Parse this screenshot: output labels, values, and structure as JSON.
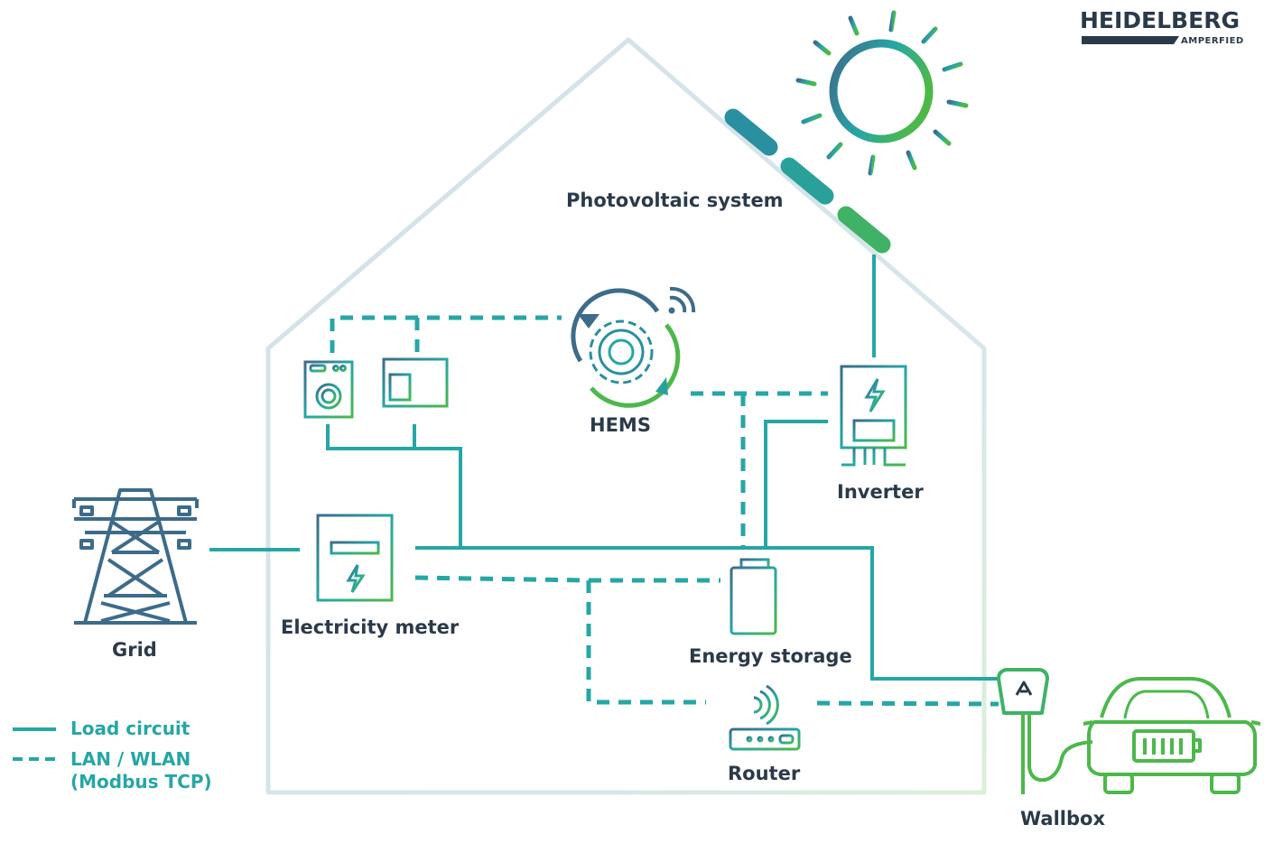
{
  "logo": {
    "name": "HEIDELBERG",
    "sub": "AMPERFIED"
  },
  "labels": {
    "photovoltaic": "Photovoltaic system",
    "hems": "HEMS",
    "inverter": "Inverter",
    "grid": "Grid",
    "meter": "Electricity meter",
    "storage": "Energy storage",
    "router": "Router",
    "wallbox": "Wallbox"
  },
  "legend": {
    "load": "Load circuit",
    "lan_line1": "LAN / WLAN",
    "lan_line2": "(Modbus TCP)"
  },
  "colors": {
    "teal": "#26a6a6",
    "navy": "#2b3a4a",
    "green": "#4cb84a",
    "slate": "#3d6b8a",
    "house": "#d4e4ea"
  }
}
